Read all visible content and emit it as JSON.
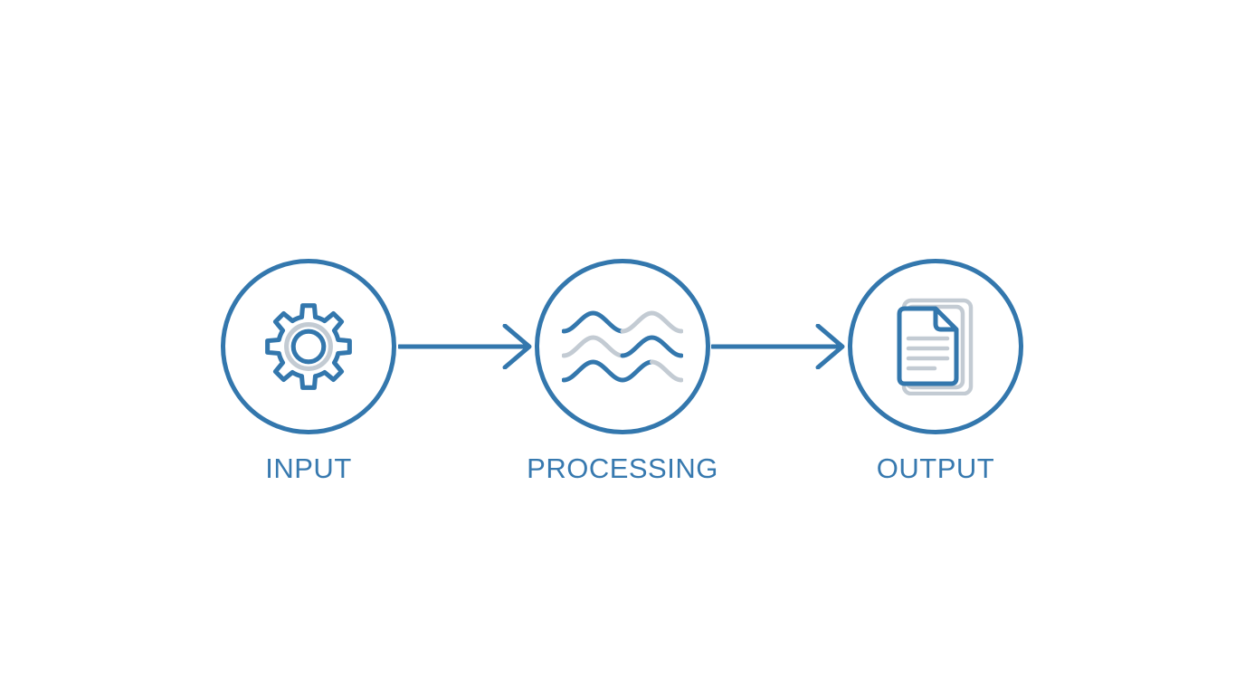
{
  "page": {
    "background": "#ffffff"
  },
  "colors": {
    "accent_blue": "#3377AD",
    "muted_gray": "#C3CBD3",
    "label_blue": "#3779AF"
  },
  "diagram": {
    "title": "input-processing-output flow",
    "nodes": [
      {
        "label": "INPUT",
        "icon": "gear-icon"
      },
      {
        "label": "PROCESSING",
        "icon": "waves-icon"
      },
      {
        "label": "OUTPUT",
        "icon": "documents-icon"
      }
    ],
    "arrows": [
      {
        "from": "INPUT",
        "to": "PROCESSING",
        "direction": "right"
      },
      {
        "from": "PROCESSING",
        "to": "OUTPUT",
        "direction": "right"
      }
    ]
  }
}
